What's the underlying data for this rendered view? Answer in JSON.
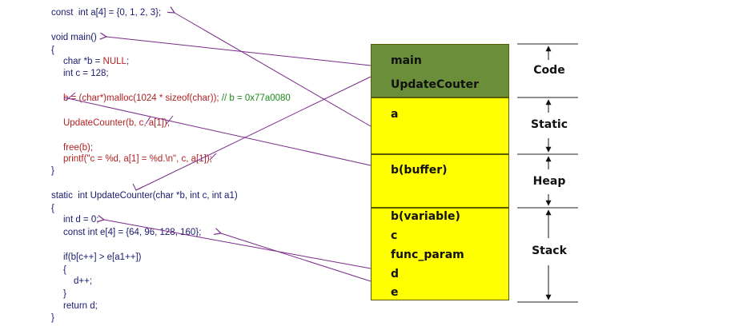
{
  "code": {
    "line1": {
      "a": "const  int a[4] = {0, 1, 2, 3};"
    },
    "line2": {
      "a": "void main()"
    },
    "line3": {
      "a": "{"
    },
    "line4": {
      "a": "char *b = ",
      "b": "NULL",
      ";": ";"
    },
    "line5": {
      "a": "int c = 128;"
    },
    "line6": {
      "a": "b = (char*)malloc(1024 * sizeof(char)); ",
      "b": "// b = 0x77a0080"
    },
    "line7": {
      "a": "UpdateCounter(b, c, a[1]);"
    },
    "line8": {
      "a": "free(b);"
    },
    "line9": {
      "a": "printf(\"c = %d, a[1] = %d.\\n\", c, a[1]);"
    },
    "line10": {
      "a": "}"
    },
    "line11": {
      "a": "static  int UpdateCounter(char *b, int c, int a1)"
    },
    "line12": {
      "a": "{"
    },
    "line13": {
      "a": "int d = 0;"
    },
    "line14": {
      "a": "const int e[4] = {64, 96, 128, 160};"
    },
    "line15": {
      "a": "if(b[c++] > e[a1++])"
    },
    "line16": {
      "a": "{"
    },
    "line17": {
      "a": "d++;"
    },
    "line18": {
      "a": "}"
    },
    "line19": {
      "a": "return d;"
    },
    "line20": {
      "a": "}"
    }
  },
  "memory": {
    "code_block": [
      "main",
      "UpdateCouter"
    ],
    "static_block": [
      "a"
    ],
    "heap_block": [
      "b(buffer)"
    ],
    "stack_block": [
      "b(variable)",
      "c",
      "func_param",
      "d",
      "e"
    ]
  },
  "segments": [
    "Code",
    "Static",
    "Heap",
    "Stack"
  ],
  "colors": {
    "code_block": "#6b8e3a",
    "data_blocks": "#ffff00",
    "arrow": "#7a2a8a"
  }
}
